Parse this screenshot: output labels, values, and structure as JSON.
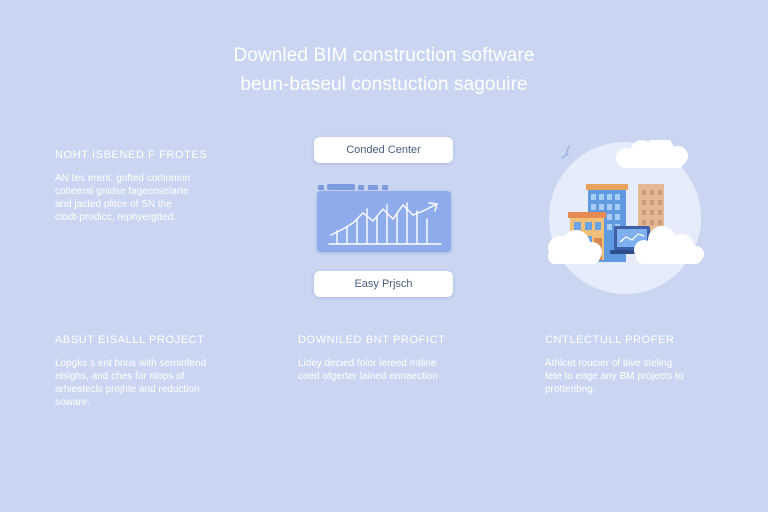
{
  "hero": {
    "line1": "Downled BIM construction software",
    "line2": "beun-baseul constuction sagouire"
  },
  "left_block": {
    "heading": "NOHT ISBENED F FROTES",
    "lines": [
      "AN tes erent: gofted cortionion",
      "cobeeral gnidse fagecoselarte",
      "and jacted plitce of SN the",
      "clodt-prodicc, rephyergtted."
    ]
  },
  "center": {
    "top_button": "Conded Center",
    "bottom_button": "Easy Prjsch"
  },
  "sections": [
    {
      "heading": "ABSUT EISALLL PROJECT",
      "lines": [
        "Lopgks s ent bnus with seroinfend",
        "elsighs, and ches for nlops of",
        "arhiestecls projhte and reduction",
        "soware."
      ]
    },
    {
      "heading": "DOWNILED BNT PROFICT",
      "lines": [
        "Lidey decied folor lereed mtline",
        "coed ofgerter lained ennaection"
      ]
    },
    {
      "heading": "CNTLECTULL PROFER",
      "lines": [
        "Athlcet roucier of tiive steling",
        "fete to enge any BM projects to",
        "protteribng."
      ]
    }
  ],
  "icons": {
    "chart": "line-chart-icon",
    "illustration": "cloud-building-icon"
  },
  "colors": {
    "background": "#c9d5f1",
    "chart_card": "#8eabec",
    "button_text": "#4a5d80"
  }
}
